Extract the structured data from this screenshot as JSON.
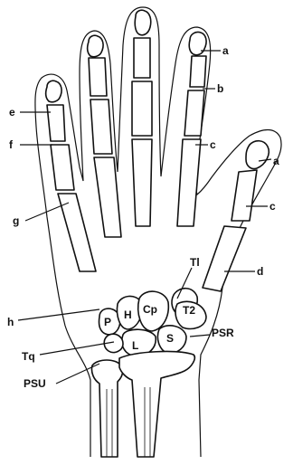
{
  "figure": {
    "labels": [
      {
        "id": "a-index",
        "text": "a"
      },
      {
        "id": "b-index",
        "text": "b"
      },
      {
        "id": "c-index",
        "text": "c"
      },
      {
        "id": "a-thumb",
        "text": "a"
      },
      {
        "id": "c-thumb",
        "text": "c"
      },
      {
        "id": "e",
        "text": "e"
      },
      {
        "id": "f",
        "text": "f"
      },
      {
        "id": "g",
        "text": "g"
      },
      {
        "id": "d",
        "text": "d"
      },
      {
        "id": "Tl",
        "text": "Tl"
      },
      {
        "id": "h",
        "text": "h"
      },
      {
        "id": "P",
        "text": "P"
      },
      {
        "id": "H",
        "text": "H"
      },
      {
        "id": "Cp",
        "text": "Cp"
      },
      {
        "id": "T2",
        "text": "T2"
      },
      {
        "id": "L",
        "text": "L"
      },
      {
        "id": "S",
        "text": "S"
      },
      {
        "id": "Tq",
        "text": "Tq"
      },
      {
        "id": "PSR",
        "text": "PSR"
      },
      {
        "id": "PSU",
        "text": "PSU"
      }
    ]
  }
}
